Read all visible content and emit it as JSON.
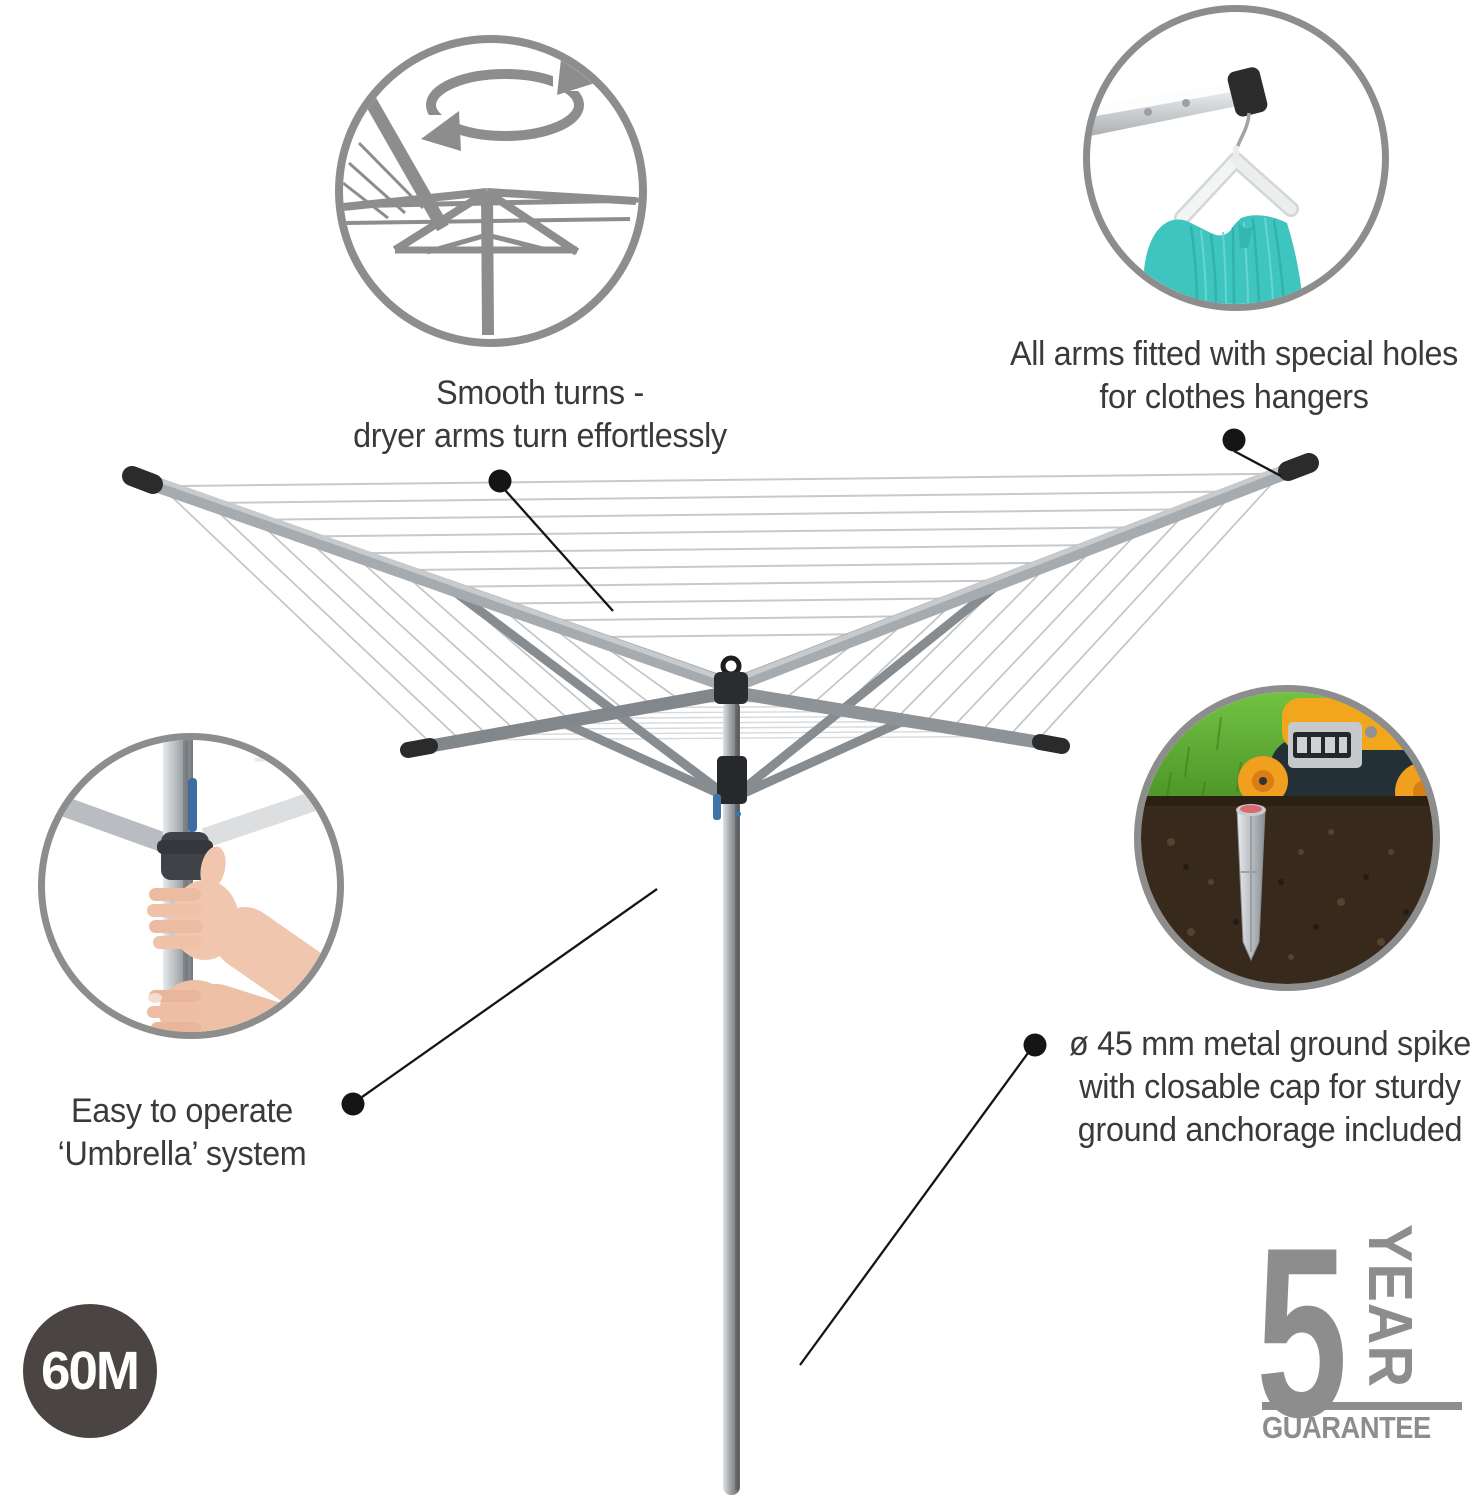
{
  "features": {
    "smooth_turns": {
      "icon": "rotation-arrows-dryer-icon",
      "lines": [
        "Smooth turns -",
        "dryer arms turn effortlessly"
      ]
    },
    "hanger_holes": {
      "photo": "clothes-hanger-on-arm-photo",
      "lines": [
        "All arms fitted with special holes",
        "for clothes hangers"
      ]
    },
    "umbrella_system": {
      "photo": "hands-operating-umbrella-pole-photo",
      "lines": [
        "Easy to operate",
        "‘Umbrella’ system"
      ]
    },
    "ground_spike": {
      "photo": "metal-ground-spike-in-soil-photo",
      "lines": [
        "ø 45 mm metal ground spike",
        "with closable cap for sturdy",
        "ground anchorage included"
      ]
    }
  },
  "badges": {
    "line_length": "60M",
    "guarantee_number": "5",
    "guarantee_year": "YEAR",
    "guarantee_label": "GUARANTEE"
  },
  "icons": {
    "rotation_icon": "circular-rotation-arrows-over-dryer",
    "hanger_photo": "white-hanger-with-teal-garment-on-dryer-arm",
    "umbrella_photo": "hands-gripping-dryer-pole-hub",
    "spike_photo": "ground-spike-in-soil-with-lawn-mower"
  },
  "colors": {
    "text": "#3a3a3a",
    "gray": "#8d8d8d",
    "badge_bg": "#4a4442",
    "badge_text": "#ffffff",
    "callout": "#151515",
    "teal_garment": "#3fc5c0",
    "grass_green": "#5cab30",
    "soil_brown": "#38291d",
    "mower_yellow": "#f1a61c",
    "spike_cap": "#db6a70",
    "arm_silver": "#a6abb0"
  }
}
